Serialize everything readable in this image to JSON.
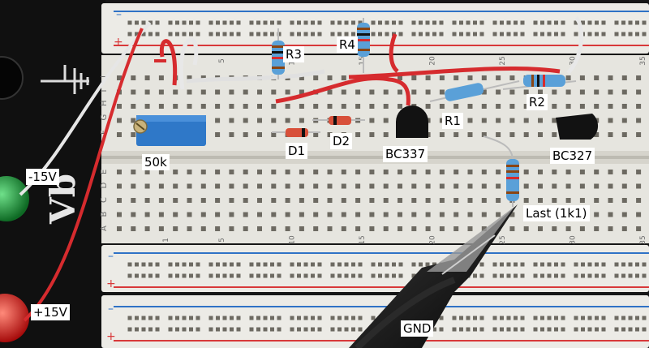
{
  "labels": {
    "r3": "R3",
    "r4": "R4",
    "r1": "R1",
    "r2": "R2",
    "d1": "D1",
    "d2": "D2",
    "bc337": "BC337",
    "bc327": "BC327",
    "pot": "50k",
    "neg15": "-15V",
    "pos15": "+15V",
    "load": "Last (1k1)",
    "gnd": "GND"
  },
  "rail_marks": {
    "minus": "–",
    "plus": "+"
  },
  "row_letters_top": [
    "J",
    "I",
    "H",
    "G",
    "F"
  ],
  "row_letters_bottom": [
    "E",
    "D",
    "C",
    "B",
    "A"
  ],
  "column_numbers_top": [
    "5",
    "10",
    "15",
    "20",
    "25",
    "30",
    "35"
  ],
  "column_numbers_bottom": [
    "1",
    "5",
    "10",
    "15",
    "20",
    "25",
    "30",
    "35"
  ],
  "panel_text": "Vb",
  "colors": {
    "board": "#ecebe6",
    "rail_red": "#d8393a",
    "rail_blue": "#2f72c6",
    "pot_blue": "#2f78c8",
    "wire_red": "#d62b2e",
    "wire_white": "#e8e8e8",
    "resistor_body": "#5aa0d8",
    "clip_black": "#141414",
    "green_terminal": "#1d9a3a",
    "red_terminal": "#e12020"
  }
}
